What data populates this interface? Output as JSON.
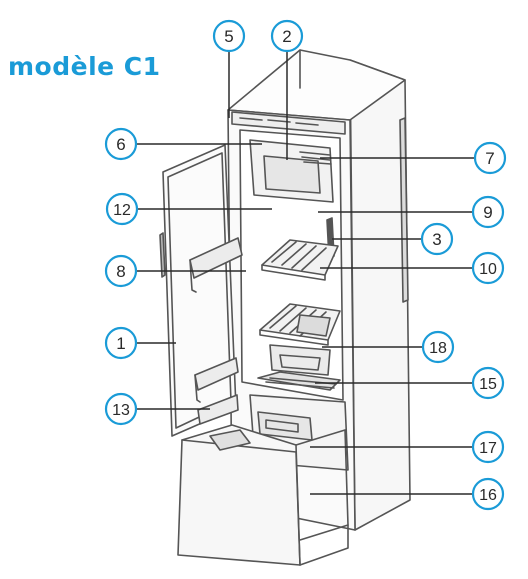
{
  "title": "modèle C1",
  "colors": {
    "accent": "#1a9bd7",
    "line": "#555555",
    "ink": "#2a2a2a"
  },
  "callouts": [
    "5",
    "2",
    "6",
    "7",
    "12",
    "9",
    "3",
    "8",
    "10",
    "1",
    "18",
    "15",
    "13",
    "17",
    "16"
  ]
}
